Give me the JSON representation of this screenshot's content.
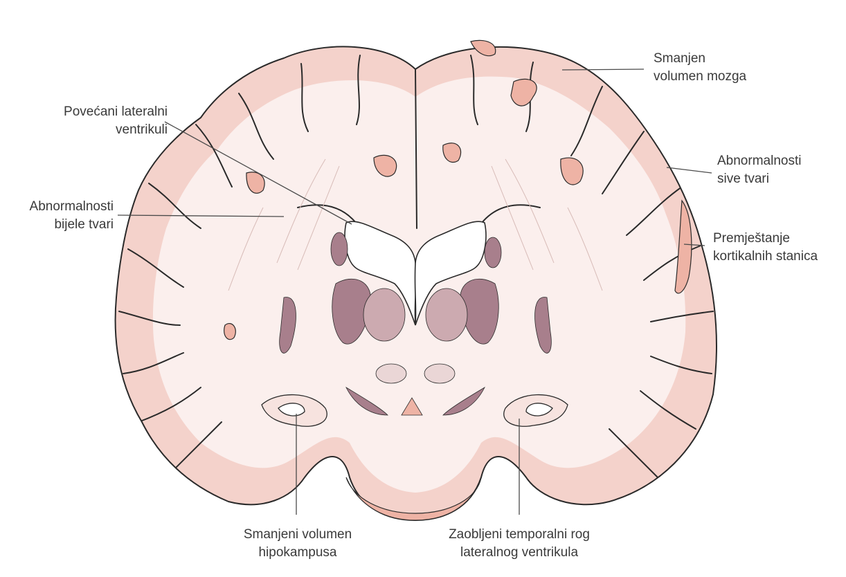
{
  "colors": {
    "cortex": "#f4d2cb",
    "white_matter": "#fbefed",
    "outline": "#2a2a2a",
    "lesion": "#eeb3a5",
    "deep_nuclei": "#a87f8c",
    "pale_nuclei": "#ccaab0",
    "ventricle": "#ffffff",
    "leader_line": "#4a4a4a"
  },
  "labels": {
    "reduced_brain_volume": [
      "Smanjen",
      "volumen mozga"
    ],
    "enlarged_lateral_ventricles": [
      "Povećani lateralni",
      "ventrikuli"
    ],
    "grey_matter_abnormalities": [
      "Abnormalnosti",
      "sive tvari"
    ],
    "white_matter_abnormalities": [
      "Abnormalnosti",
      "bijele tvari"
    ],
    "cortical_cell_displacement": [
      "Premještanje",
      "kortikalnih stanica"
    ],
    "reduced_hippocampal_volume": [
      "Smanjeni volumen",
      "hipokampusa"
    ],
    "rounded_temporal_horn": [
      "Zaobljeni temporalni rog",
      "lateralnog ventrikula"
    ]
  }
}
